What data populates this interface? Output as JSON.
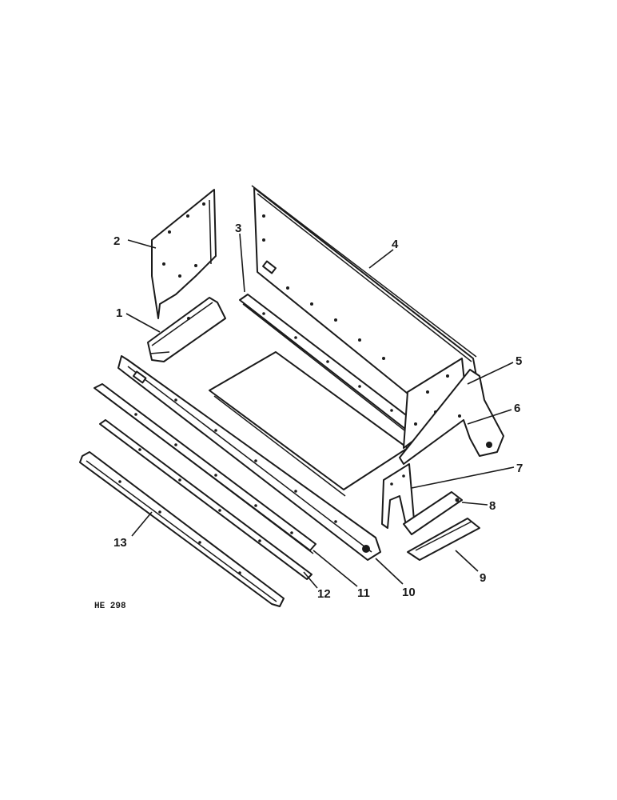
{
  "callouts": {
    "c1": "1",
    "c2": "2",
    "c3": "3",
    "c4": "4",
    "c5": "5",
    "c6": "6",
    "c7": "7",
    "c8": "8",
    "c9": "9",
    "c10": "10",
    "c11": "11",
    "c12": "12",
    "c13": "13"
  },
  "figure_ref": "HE 298",
  "colors": {
    "ink": "#1a1a1a",
    "paper": "#ffffff"
  }
}
